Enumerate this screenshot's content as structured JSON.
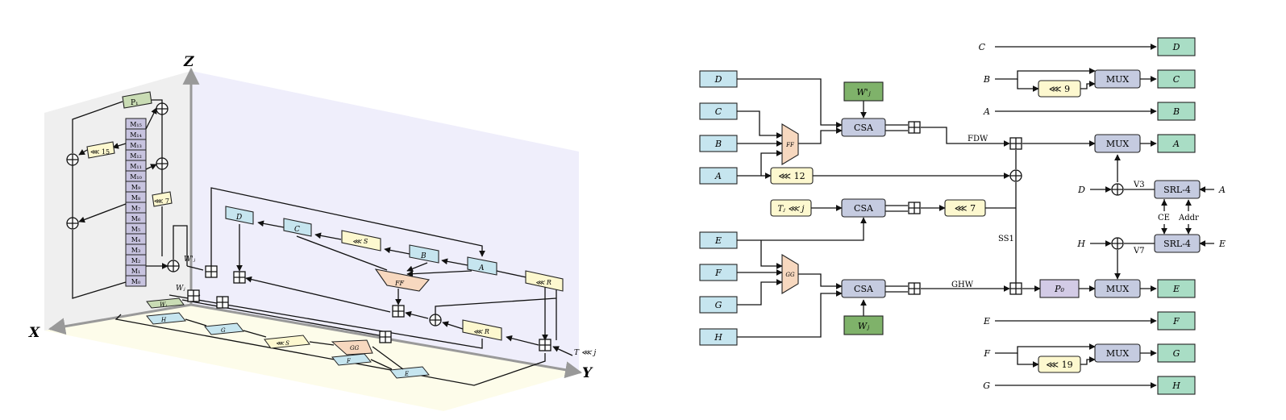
{
  "left_figure": {
    "axes": {
      "x": "X",
      "y": "Y",
      "z": "Z"
    },
    "registers": [
      "M₀",
      "M₁",
      "M₂",
      "M₃",
      "M₄",
      "M₅",
      "M₆",
      "M₇",
      "M₈",
      "M₉",
      "M₁₀",
      "M₁₁",
      "M₁₂",
      "M₁₃",
      "M₁₄",
      "M₁₅"
    ],
    "p_label": "P₁",
    "rot15": "⋘ 15",
    "rot7": "⋘ 7",
    "wj_prime": "W'ⱼ",
    "wj": "Wⱼ",
    "d": "D",
    "c": "C",
    "s": "⋘ S",
    "b": "B",
    "a": "A",
    "r": "⋘ R",
    "ff": "FF",
    "r2": "⋘ R",
    "tj": "T ⋘ j",
    "h": "H",
    "g": "G",
    "s2": "⋘ S",
    "gg": "GG",
    "f": "F",
    "e": "E"
  },
  "right_figure": {
    "inputs": {
      "D": "D",
      "C": "C",
      "B": "B",
      "A": "A",
      "E": "E",
      "F": "F",
      "G": "G",
      "H": "H"
    },
    "ff": "FF",
    "gg": "GG",
    "csa": "CSA",
    "wj_prime": "W'ⱼ",
    "wj": "Wⱼ",
    "rot12": "⋘ 12",
    "tj": "Tⱼ ⋘ j",
    "rot7": "⋘ 7",
    "rot9": "⋘ 9",
    "rot19": "⋘ 19",
    "mux": "MUX",
    "srl": "SRL-4",
    "p0": "P₀",
    "fdw": "FDW",
    "ghw": "GHW",
    "ss1": "SS1",
    "v3": "V3",
    "v7": "V7",
    "ce": "CE",
    "addr": "Addr",
    "lbl": {
      "C": "C",
      "B": "B",
      "A": "A",
      "D": "D",
      "H": "H",
      "E": "E",
      "F": "F",
      "G": "G"
    },
    "outputs": {
      "D": "D",
      "C": "C",
      "B": "B",
      "A": "A",
      "E": "E",
      "F": "F",
      "G": "G",
      "H": "H"
    },
    "srl_side": {
      "A": "A",
      "E": "E"
    }
  },
  "colors": {
    "blue": "#c6e5ef",
    "green_dark": "#7fb26a",
    "yellow": "#fdf8cf",
    "lavender": "#c5cbe0",
    "purple": "#d3cbe6",
    "mint": "#a9ddc5",
    "peach": "#f7d8bf",
    "pgreen": "#c9dcb4",
    "reg": "#c7c3df"
  }
}
